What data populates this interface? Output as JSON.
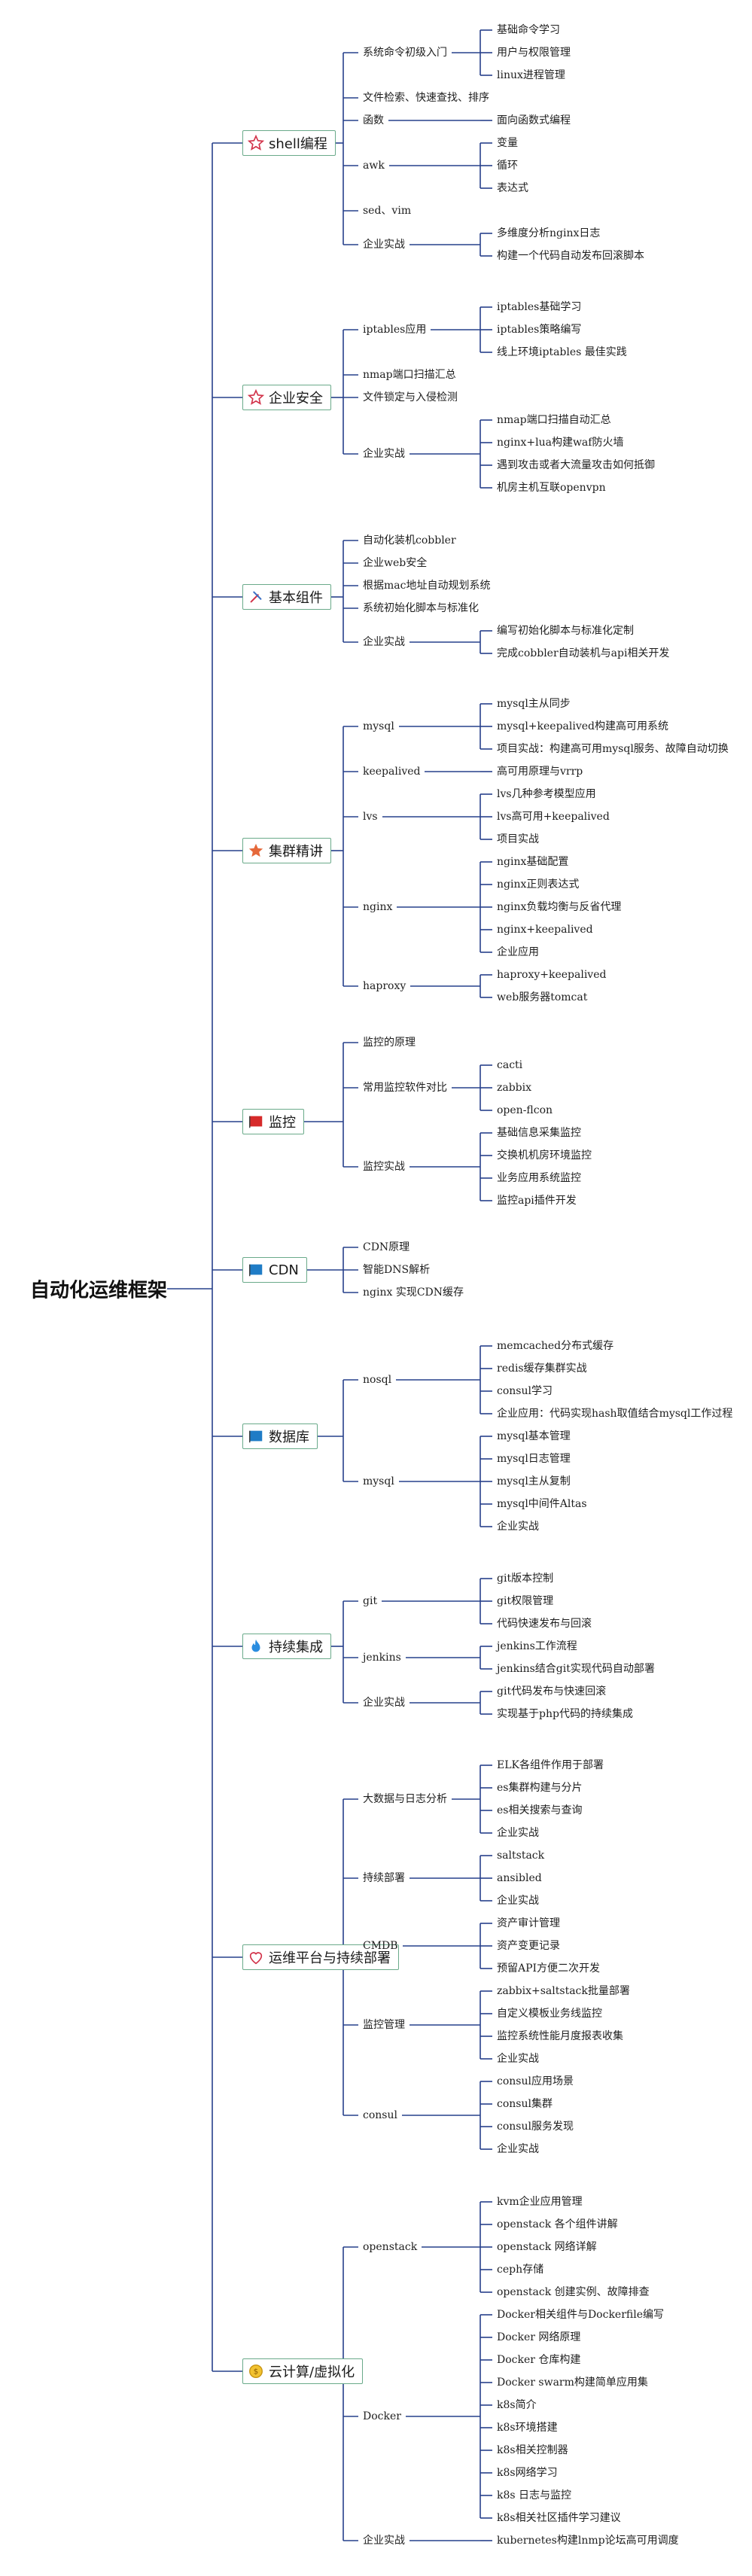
{
  "root": "自动化运维框架",
  "branches": [
    {
      "label": "shell编程",
      "icon": "star-outline-icon",
      "children": [
        {
          "label": "系统命令初级入门",
          "children": [
            {
              "label": "基础命令学习"
            },
            {
              "label": "用户与权限管理"
            },
            {
              "label": "linux进程管理"
            }
          ]
        },
        {
          "label": "文件检索、快速查找、排序"
        },
        {
          "label": "函数",
          "children": [
            {
              "label": "面向函数式编程"
            }
          ]
        },
        {
          "label": "awk",
          "children": [
            {
              "label": "变量"
            },
            {
              "label": "循环"
            },
            {
              "label": "表达式"
            }
          ]
        },
        {
          "label": "sed、vim"
        },
        {
          "label": "企业实战",
          "children": [
            {
              "label": "多维度分析nginx日志"
            },
            {
              "label": "构建一个代码自动发布回滚脚本"
            }
          ]
        }
      ]
    },
    {
      "label": "企业安全",
      "icon": "star-outline-icon",
      "children": [
        {
          "label": "iptables应用",
          "children": [
            {
              "label": "iptables基础学习"
            },
            {
              "label": "iptables策略编写"
            },
            {
              "label": "线上环境iptables 最佳实践"
            }
          ]
        },
        {
          "label": "nmap端口扫描汇总"
        },
        {
          "label": "文件锁定与入侵检测"
        },
        {
          "label": "企业实战",
          "children": [
            {
              "label": "nmap端口扫描自动汇总"
            },
            {
              "label": "nginx+lua构建waf防火墙"
            },
            {
              "label": "遇到攻击或者大流量攻击如何抵御"
            },
            {
              "label": "机房主机互联openvpn"
            }
          ]
        }
      ]
    },
    {
      "label": "基本组件",
      "icon": "tools-icon",
      "children": [
        {
          "label": "自动化装机cobbler"
        },
        {
          "label": "企业web安全"
        },
        {
          "label": "根据mac地址自动规划系统"
        },
        {
          "label": "系统初始化脚本与标准化"
        },
        {
          "label": "企业实战",
          "children": [
            {
              "label": "编写初始化脚本与标准化定制"
            },
            {
              "label": "完成cobbler自动装机与api相关开发"
            }
          ]
        }
      ]
    },
    {
      "label": "集群精讲",
      "icon": "star-filled-icon",
      "children": [
        {
          "label": "mysql",
          "children": [
            {
              "label": "mysql主从同步"
            },
            {
              "label": "mysql+keepalived构建高可用系统"
            },
            {
              "label": "项目实战：构建高可用mysql服务、故障自动切换"
            }
          ]
        },
        {
          "label": "keepalived",
          "children": [
            {
              "label": "高可用原理与vrrp"
            }
          ]
        },
        {
          "label": "lvs",
          "children": [
            {
              "label": "lvs几种参考模型应用"
            },
            {
              "label": "lvs高可用+keepalived"
            },
            {
              "label": "项目实战"
            }
          ]
        },
        {
          "label": "nginx",
          "children": [
            {
              "label": "nginx基础配置"
            },
            {
              "label": "nginx正则表达式"
            },
            {
              "label": "nginx负载均衡与反省代理"
            },
            {
              "label": "nginx+keepalived"
            },
            {
              "label": "企业应用"
            }
          ]
        },
        {
          "label": "haproxy",
          "children": [
            {
              "label": "haproxy+keepalived"
            },
            {
              "label": "web服务器tomcat"
            }
          ]
        }
      ]
    },
    {
      "label": "监控",
      "icon": "red-flag-icon",
      "children": [
        {
          "label": "监控的原理"
        },
        {
          "label": "常用监控软件对比",
          "children": [
            {
              "label": "cacti"
            },
            {
              "label": "zabbix"
            },
            {
              "label": "open-flcon"
            }
          ]
        },
        {
          "label": "监控实战",
          "children": [
            {
              "label": "基础信息采集监控"
            },
            {
              "label": "交换机机房环境监控"
            },
            {
              "label": "业务应用系统监控"
            },
            {
              "label": "监控api插件开发"
            }
          ]
        }
      ]
    },
    {
      "label": "CDN",
      "icon": "blue-flag-icon",
      "children": [
        {
          "label": "CDN原理"
        },
        {
          "label": "智能DNS解析"
        },
        {
          "label": "nginx 实现CDN缓存"
        }
      ]
    },
    {
      "label": "数据库",
      "icon": "blue-flag-icon",
      "children": [
        {
          "label": "nosql",
          "children": [
            {
              "label": "memcached分布式缓存"
            },
            {
              "label": "redis缓存集群实战"
            },
            {
              "label": "consul学习"
            },
            {
              "label": "企业应用：代码实现hash取值结合mysql工作过程"
            }
          ]
        },
        {
          "label": "mysql",
          "children": [
            {
              "label": "mysql基本管理"
            },
            {
              "label": "mysql日志管理"
            },
            {
              "label": "mysql主从复制"
            },
            {
              "label": "mysql中间件Altas"
            },
            {
              "label": "企业实战"
            }
          ]
        }
      ]
    },
    {
      "label": "持续集成",
      "icon": "flame-icon",
      "children": [
        {
          "label": "git",
          "children": [
            {
              "label": "git版本控制"
            },
            {
              "label": "git权限管理"
            },
            {
              "label": "代码快速发布与回滚"
            }
          ]
        },
        {
          "label": "jenkins",
          "children": [
            {
              "label": "jenkins工作流程"
            },
            {
              "label": "jenkins结合git实现代码自动部署"
            }
          ]
        },
        {
          "label": "企业实战",
          "children": [
            {
              "label": "git代码发布与快速回滚"
            },
            {
              "label": "实现基于php代码的持续集成"
            }
          ]
        }
      ]
    },
    {
      "label": "运维平台与持续部署",
      "icon": "heart-icon",
      "children": [
        {
          "label": "大数据与日志分析",
          "children": [
            {
              "label": "ELK各组件作用于部署"
            },
            {
              "label": "es集群构建与分片"
            },
            {
              "label": "es相关搜索与查询"
            },
            {
              "label": "企业实战"
            }
          ]
        },
        {
          "label": "持续部署",
          "children": [
            {
              "label": "saltstack"
            },
            {
              "label": "ansibled"
            },
            {
              "label": "企业实战"
            }
          ]
        },
        {
          "label": "CMDB",
          "children": [
            {
              "label": "资产审计管理"
            },
            {
              "label": "资产变更记录"
            },
            {
              "label": "预留API方便二次开发"
            }
          ]
        },
        {
          "label": "监控管理",
          "children": [
            {
              "label": "zabbix+saltstack批量部署"
            },
            {
              "label": "自定义模板业务线监控"
            },
            {
              "label": "监控系统性能月度报表收集"
            },
            {
              "label": "企业实战"
            }
          ]
        },
        {
          "label": "consul",
          "children": [
            {
              "label": "consul应用场景"
            },
            {
              "label": "consul集群"
            },
            {
              "label": "consul服务发现"
            },
            {
              "label": "企业实战"
            }
          ]
        }
      ]
    },
    {
      "label": "云计算/虚拟化",
      "icon": "coin-icon",
      "children": [
        {
          "label": "openstack",
          "children": [
            {
              "label": "kvm企业应用管理"
            },
            {
              "label": "openstack 各个组件讲解"
            },
            {
              "label": "openstack 网络详解"
            },
            {
              "label": "ceph存储"
            },
            {
              "label": "openstack 创建实例、故障排查"
            }
          ]
        },
        {
          "label": "Docker",
          "children": [
            {
              "label": "Docker相关组件与Dockerfile编写"
            },
            {
              "label": "Docker 网络原理"
            },
            {
              "label": "Docker 仓库构建"
            },
            {
              "label": "Docker swarm构建简单应用集"
            },
            {
              "label": "k8s简介"
            },
            {
              "label": "k8s环境搭建"
            },
            {
              "label": "k8s相关控制器"
            },
            {
              "label": "k8s网络学习"
            },
            {
              "label": "k8s 日志与监控"
            },
            {
              "label": "k8s相关社区插件学习建议"
            }
          ]
        },
        {
          "label": "企业实战",
          "children": [
            {
              "label": "kubernetes构建lnmp论坛高可用调度"
            }
          ]
        }
      ]
    }
  ]
}
